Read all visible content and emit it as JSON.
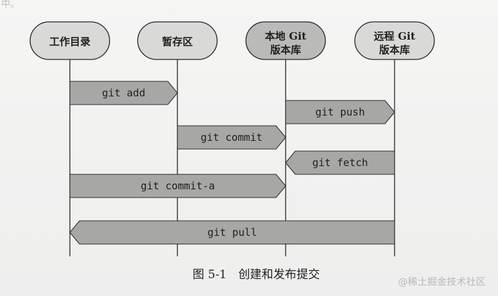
{
  "nodes": [
    {
      "id": "workdir",
      "lines": [
        "工作目录"
      ]
    },
    {
      "id": "stage",
      "lines": [
        "暂存区"
      ]
    },
    {
      "id": "local",
      "lines": [
        "本地 Git",
        "版本库"
      ]
    },
    {
      "id": "remote",
      "lines": [
        "远程 Git",
        "版本库"
      ]
    }
  ],
  "commands": [
    {
      "label": "git add",
      "from": "workdir",
      "to": "stage",
      "direction": "right"
    },
    {
      "label": "git push",
      "from": "local",
      "to": "remote",
      "direction": "right"
    },
    {
      "label": "git commit",
      "from": "stage",
      "to": "local",
      "direction": "right"
    },
    {
      "label": "git fetch",
      "from": "remote",
      "to": "local",
      "direction": "left"
    },
    {
      "label": "git commit-a",
      "from": "workdir",
      "to": "local",
      "direction": "right"
    },
    {
      "label": "git pull",
      "from": "remote",
      "to": "workdir",
      "direction": "left"
    }
  ],
  "caption": "图 5-1　创建和发布提交",
  "watermark": "@稀土掘金技术社区",
  "top_fragment": "中。"
}
